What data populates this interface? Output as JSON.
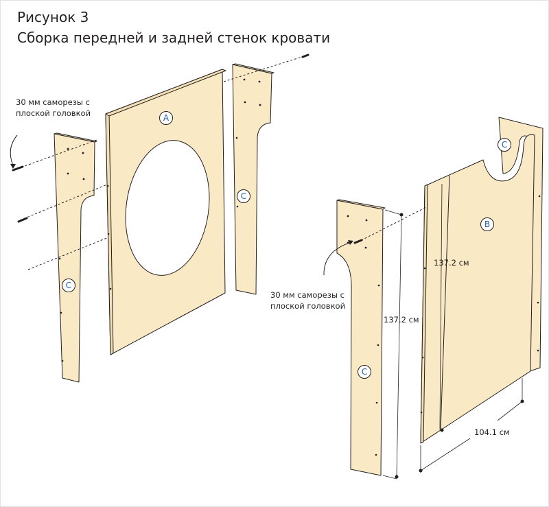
{
  "figure": {
    "title": "Рисунок 3",
    "subtitle": "Сборка передней и задней стенок кровати"
  },
  "callouts": {
    "screws_left": [
      "30 мм саморезы с",
      "плоской головкой"
    ],
    "screws_right": [
      "30 мм саморезы с",
      "плоской головкой"
    ]
  },
  "parts": {
    "a": "A",
    "b": "B",
    "c_left": "C",
    "c_top": "C",
    "c_right": "C",
    "c_back": "C"
  },
  "dimensions": {
    "height_c": "137.2 см",
    "height_b": "137.2 см",
    "width_b": "104.1 см"
  },
  "colors": {
    "panel": "#f9e9c4",
    "edge": "#231f20",
    "label_text": "#1d5fa8"
  }
}
